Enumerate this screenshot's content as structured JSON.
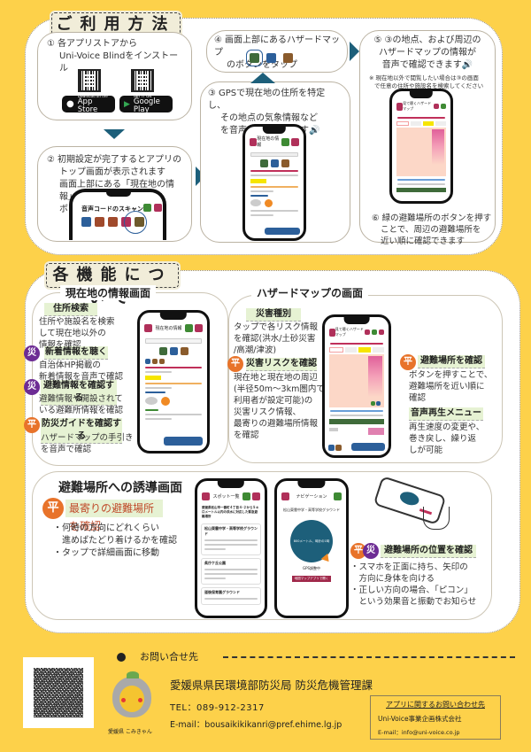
{
  "usage": {
    "title": "ご利用方法",
    "step1": {
      "number": "①",
      "text_line1": "各アプリストアから",
      "text_line2": "Uni-Voice Blindをインストール",
      "app_store": {
        "sub": "Download on the",
        "label": "App Store"
      },
      "google_play": {
        "sub": "GET IT ON",
        "label": "Google Play"
      }
    },
    "step2": {
      "number": "②",
      "lines": [
        "初期設定が完了するとアプリの",
        "トップ画面が表示されます",
        "画面上部にある「現在地の情報」",
        "ボタンをタップ"
      ],
      "phone_header": "音声コードのスキャン"
    },
    "step3": {
      "number": "③",
      "lines": [
        "GPSで現在地の住所を特定し、",
        "その地点の気象情報など",
        "を音声で確認できます🔊"
      ],
      "phone_title": "現在地の情報"
    },
    "step4": {
      "number": "④",
      "lines": [
        "画面上部にあるハザードマップ",
        "のボタンをタップ"
      ]
    },
    "step5": {
      "number": "⑤",
      "lines": [
        "③の地点、および周辺の",
        "ハザードマップの情報が",
        "音声で確認できます🔊"
      ],
      "note_lines": [
        "※ 現在地以外で閲覧したい場合は③の画面",
        "で任意の住所や施設名を検索してください"
      ],
      "phone_title": "見て聴くハザードマップ"
    },
    "step6": {
      "number": "⑥",
      "lines": [
        "緑の避難場所のボタンを押す",
        "ことで、周辺の避難場所を",
        "近い順に確認できます"
      ]
    }
  },
  "features": {
    "title": "各機能について",
    "current_location": {
      "heading": "現在地の情報画面",
      "phone_title": "現在地の情報",
      "items": [
        {
          "badge": "",
          "label": "住所検索",
          "desc": [
            "住所や施設名を検索",
            "して現在地以外の",
            "情報を確認"
          ]
        },
        {
          "badge": "災",
          "label": "新着情報を聴く",
          "desc": [
            "自治体HP掲載の",
            "新着情報を音声で確認"
          ]
        },
        {
          "badge": "災",
          "label": "避難情報を確認する",
          "desc": [
            "避難情報や開設されて",
            "いる避難所情報を確認"
          ]
        },
        {
          "badge": "平",
          "label": "防災ガイドを確認する",
          "desc": [
            "ハザードマップの手引き",
            "を音声で確認"
          ]
        }
      ]
    },
    "hazard_map": {
      "heading": "ハザードマップの画面",
      "phone_title": "見て聴くハザードマップ",
      "items": [
        {
          "badge": "",
          "label": "災害種別",
          "desc": [
            "タップで各リスク情報",
            "を確認(洪水/土砂災害",
            "/高潮/津波)"
          ]
        },
        {
          "badge": "平",
          "label": "災害リスクを確認",
          "desc": [
            "現在地と現在地の周辺",
            "(半径50m～3km圏内で",
            "利用者が設定可能)の",
            "災害リスク情報、",
            "最寄りの避難場所情報",
            "を確認"
          ]
        },
        {
          "badge": "平",
          "label": "避難場所を確認",
          "desc": [
            "ボタンを押すことで、",
            "避難場所を近い順に",
            "確認"
          ]
        },
        {
          "badge": "",
          "label": "音声再生メニュー",
          "desc": [
            "再生速度の変更や、",
            "巻き戻し、繰り返",
            "しが可能"
          ]
        }
      ]
    },
    "guidance": {
      "heading": "避難場所への誘導画面",
      "item1": {
        "badge": "平",
        "label": "最寄りの避難場所を確認",
        "bullets": [
          "・何時の方向にどれくらい",
          "　進めばたどり着けるかを確認",
          "・タップで詳細画面に移動"
        ]
      },
      "spot_list_phone": {
        "title": "スポット一覧",
        "intro": "愛媛県松山市一番町４丁目４-２から５キロメートル以内の洪水に対応した緊急避難場所",
        "spots": [
          "松山東雲中学・高等学校グラウンド",
          "県庁ケ丘公園",
          "道後保育園グラウンド"
        ]
      },
      "navigation_phone": {
        "title": "ナビゲーション",
        "destination": "松山東雲中学・高等学校グラウンド",
        "circle_text": "800メートル、時計の1時",
        "gps_status": "GPS調整中",
        "map_button": "地図マップアプリで開く"
      },
      "item2": {
        "badges": [
          "平",
          "災"
        ],
        "label": "避難場所の位置を確認",
        "bullets": [
          "・スマホを正面に持ち、矢印の",
          "　方向に身体を向ける",
          "・正しい方向の場合、「ピコン」",
          "　という効果音と振動でお知らせ"
        ]
      }
    }
  },
  "contact": {
    "heading": "お問い合せ先",
    "organization": "愛媛県県民環境部防災局 防災危機管理課",
    "tel": "TEL：089-912-2317",
    "email": "E-mail：bousaikikikanri@pref.ehime.lg.jp",
    "mascot_caption": "愛媛県 こみきゃん",
    "app_contact": {
      "heading": "アプリに関するお問い合わせ先",
      "company": "Uni-Voice事業企画株式会社",
      "email": "E-mail：info@uni-voice.co.jp"
    }
  },
  "colors": {
    "background": "#fdd14a",
    "arrow": "#1d5f7a",
    "purple_badge": "#6d2c94",
    "orange_badge": "#e8732a",
    "label_bg": "#e6f2d3",
    "app_red": "#b0305a"
  }
}
